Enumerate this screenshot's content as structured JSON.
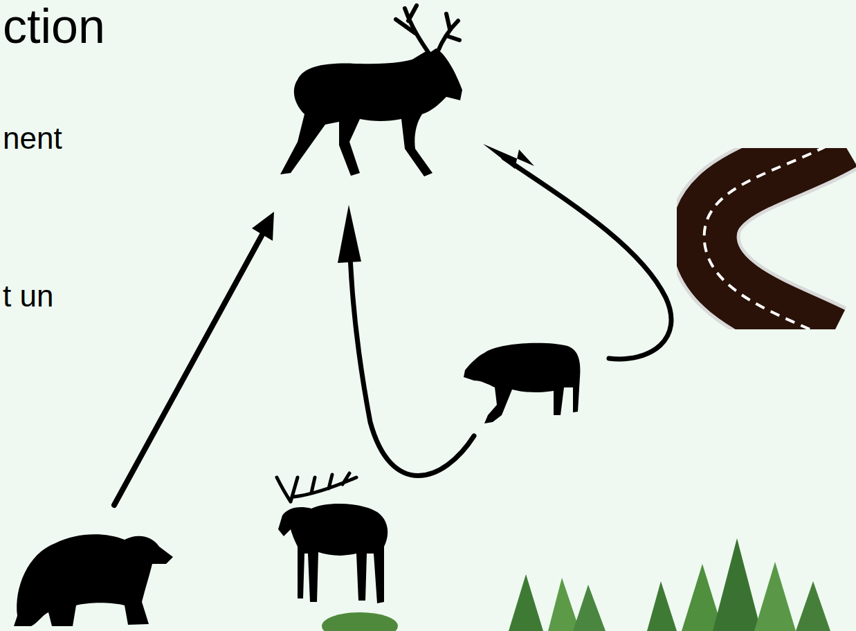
{
  "diagram": {
    "title": "ction",
    "labels": [
      "nent",
      "t un"
    ]
  }
}
